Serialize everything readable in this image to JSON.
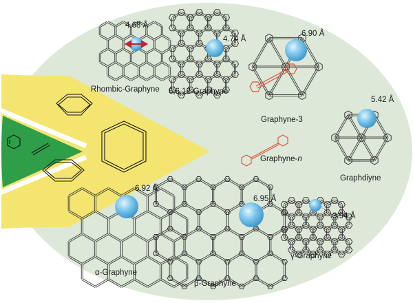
{
  "figure": {
    "colors": {
      "ellipse": "#dde8d8",
      "yellow": "#f3e570",
      "green": "#2f9e48",
      "bond": "#3a3a3a",
      "highlight": "#d9533f",
      "pore": "#4fb3e6"
    },
    "structures": [
      {
        "id": "rhombic",
        "name": "Rhombic-Graphyne",
        "pore": "4.68 Å"
      },
      {
        "id": "g6612",
        "name": "6,6,12-Graphyne",
        "pore": "4.74 Å"
      },
      {
        "id": "graphyne3",
        "name": "Graphyne-3",
        "pore": "6.90 Å"
      },
      {
        "id": "graphdiyne",
        "name": "Graphdiyne",
        "pore": "5.42 Å"
      },
      {
        "id": "alpha",
        "name": "α-Graphyne",
        "pore": "6.92 Å"
      },
      {
        "id": "beta",
        "name": "β-Graphyne",
        "pore": "6.95 Å"
      },
      {
        "id": "gamma",
        "name": "γ-Graphyne",
        "pore": "3.94 Å"
      }
    ],
    "graphyne_n": {
      "prefix": "Graphyne-",
      "suffix": "n"
    }
  }
}
